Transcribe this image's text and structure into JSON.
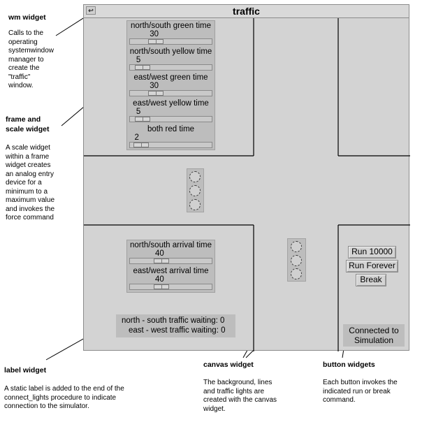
{
  "window": {
    "title": "traffic",
    "close_glyph": "↩"
  },
  "scales_top": [
    {
      "label": "north/south green time",
      "value": 30
    },
    {
      "label": "north/south yellow time",
      "value": 5
    },
    {
      "label": "east/west green time",
      "value": 30
    },
    {
      "label": "east/west yellow time",
      "value": 5
    },
    {
      "label": "both red  time",
      "value": 2
    }
  ],
  "scales_bottom": [
    {
      "label": "north/south arrival time",
      "value": 40
    },
    {
      "label": "east/west arrival time",
      "value": 40
    }
  ],
  "status": {
    "north_south": "north - south traffic waiting: 0",
    "east_west": "east - west traffic waiting: 0"
  },
  "buttons": {
    "run": "Run 10000",
    "run_forever": "Run Forever",
    "break": "Break"
  },
  "connection": {
    "line1": "Connected to",
    "line2": "Simulation"
  },
  "annotations": {
    "wm": {
      "title": "wm widget",
      "body": [
        "Calls to the",
        "operating",
        "systemwindow",
        "manager to",
        "create the",
        "\"traffic\"",
        "window."
      ]
    },
    "frame": {
      "title1": "frame and",
      "title2": "scale widget",
      "body": [
        "A scale widget",
        "within a frame",
        "widget creates",
        "an analog entry",
        "device for a",
        "minimum to a",
        "maximum value",
        "and invokes the",
        "force command"
      ]
    },
    "label": {
      "title": "label widget",
      "body": [
        "A static label is added to the end of the",
        "connect_lights procedure to indicate",
        "connection to the simulator."
      ]
    },
    "canvas": {
      "title": "canvas widget",
      "body": [
        "The background, lines",
        "and traffic lights are",
        "created with the canvas",
        "widget."
      ]
    },
    "buttons": {
      "title": "button widgets",
      "body": [
        "Each button invokes the",
        "indicated run or break",
        "command."
      ]
    }
  }
}
